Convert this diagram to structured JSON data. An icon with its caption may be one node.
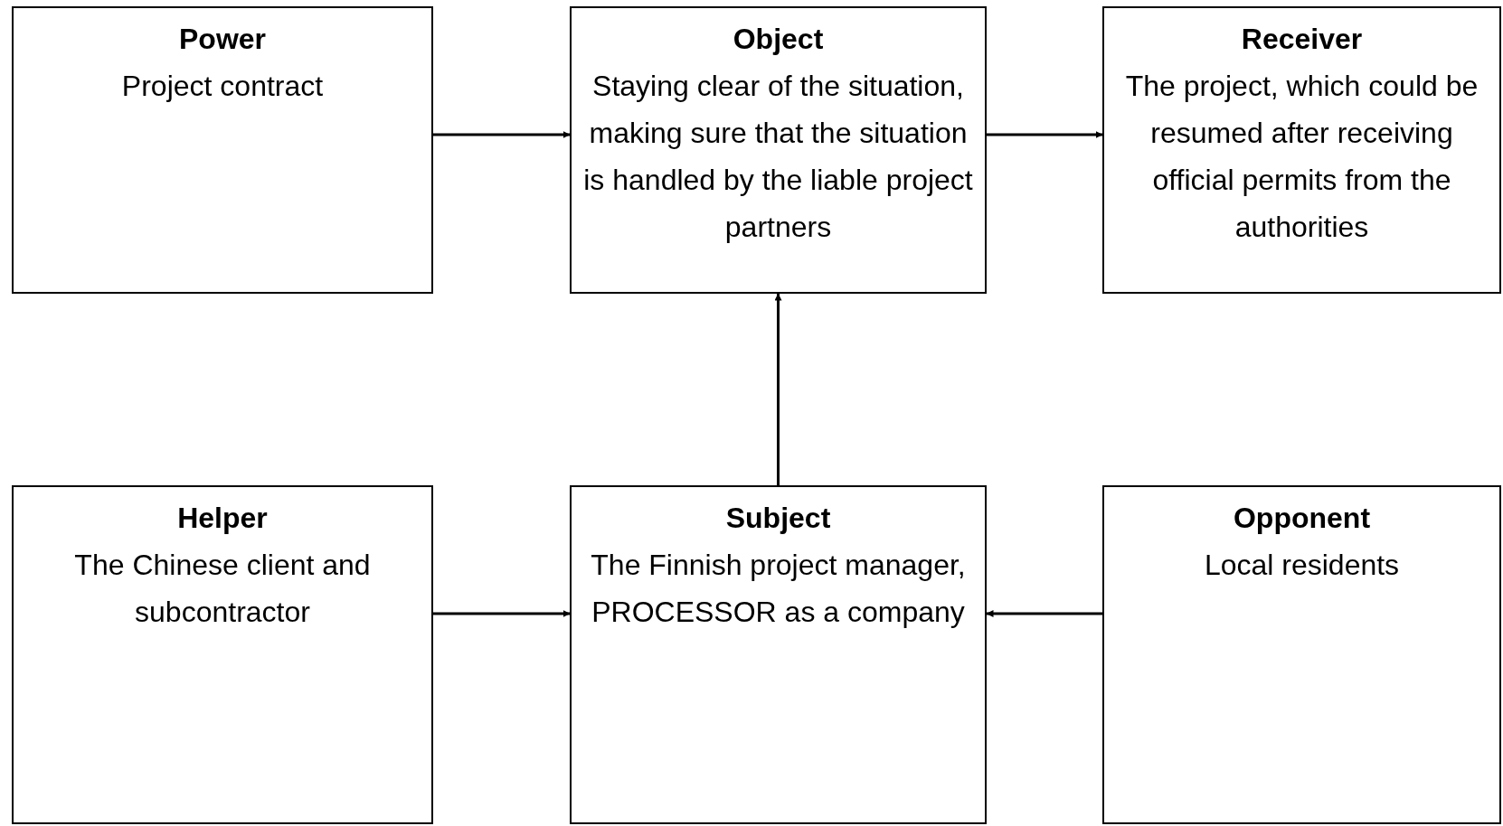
{
  "diagram": {
    "nodes": [
      {
        "text": [
          "Power",
          "Project contract"
        ]
      },
      {
        "text": [
          "Object",
          "Staying clear of the situation, making sure that the situation is handled by the liable project partners"
        ]
      },
      {
        "text": [
          "Receiver",
          "The project, which could be resumed after receiving official permits from the authorities"
        ]
      },
      {
        "text": [
          "Helper",
          "The Chinese client and subcontractor"
        ]
      },
      {
        "text": [
          "Subject",
          "The Finnish project manager, PROCESSOR as a company"
        ]
      },
      {
        "text": [
          "Opponent",
          "Local residents"
        ]
      }
    ],
    "edges": [
      {
        "from": 0,
        "to": 1,
        "arrow": "to"
      },
      {
        "from": 1,
        "to": 2,
        "arrow": "to"
      },
      {
        "from": 4,
        "to": 1,
        "arrow": "to"
      },
      {
        "from": 3,
        "to": 4,
        "arrow": "to"
      },
      {
        "from": 5,
        "to": 4,
        "arrow": "to"
      }
    ]
  }
}
